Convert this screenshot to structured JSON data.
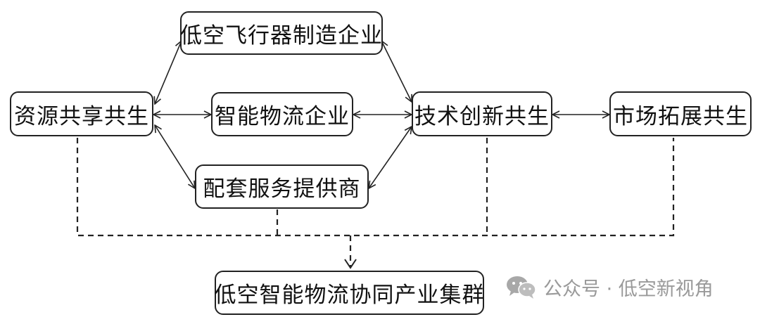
{
  "nodes": {
    "resource": "资源共享共生",
    "aircraft": "低空飞行器制造企业",
    "logistics": "智能物流企业",
    "service": "配套服务提供商",
    "tech": "技术创新共生",
    "market": "市场拓展共生",
    "cluster": "低空智能物流协同产业集群"
  },
  "watermark": {
    "text": "公众号 · 低空新视角",
    "icon": "wechat-icon"
  }
}
